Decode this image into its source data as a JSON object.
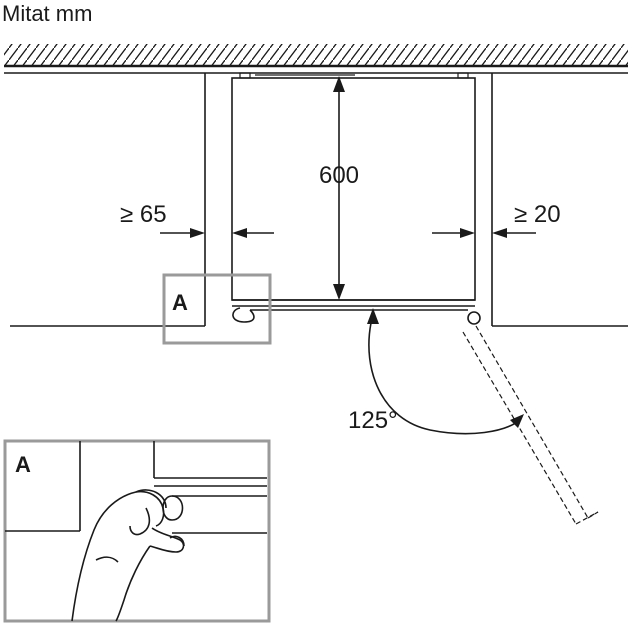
{
  "header": {
    "units_label": "Mitat mm"
  },
  "dimensions": {
    "left_gap": "≥ 65",
    "height": "600",
    "right_gap": "≥ 20",
    "opening_angle": "125°"
  },
  "callouts": {
    "marker": "A",
    "detail_label": "A"
  },
  "colors": {
    "line": "#1a1a1a",
    "frame": "#9a9a9a",
    "background": "#ffffff"
  }
}
